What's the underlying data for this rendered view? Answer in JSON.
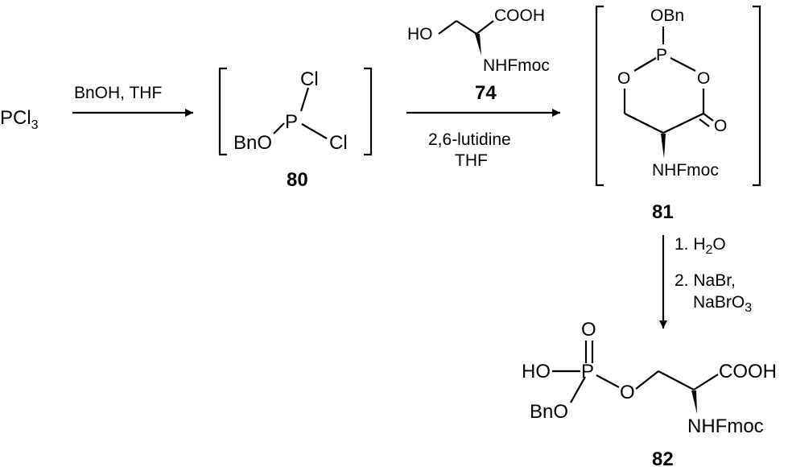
{
  "scheme": {
    "start_reagent": {
      "main": "PCl",
      "sub": "3"
    },
    "step1": {
      "reagents": "BnOH, THF"
    },
    "compound80": {
      "number": "80",
      "atoms": {
        "p": "P",
        "cl_top": "Cl",
        "cl_right": "Cl",
        "bno": "BnO"
      }
    },
    "compound74": {
      "number": "74",
      "atoms": {
        "ho": "HO",
        "cooh": "COOH",
        "nhfmoc": "NHFmoc"
      }
    },
    "step2": {
      "line1": "2,6-lutidine",
      "line2": "THF"
    },
    "compound81": {
      "number": "81",
      "atoms": {
        "obn": "OBn",
        "p": "P",
        "o_left": "O",
        "o_right": "O",
        "o_carbonyl": "O",
        "nhfmoc": "NHFmoc"
      }
    },
    "step3": {
      "line1_prefix": "1. H",
      "line1_sub": "2",
      "line1_suffix": "O",
      "line2": "2. NaBr,",
      "line3_main": "NaBrO",
      "line3_sub": "3"
    },
    "compound82": {
      "number": "82",
      "atoms": {
        "o_top": "O",
        "ho": "HO",
        "p": "P",
        "o_ester": "O",
        "bno": "BnO",
        "cooh": "COOH",
        "nhfmoc": "NHFmoc"
      }
    }
  }
}
